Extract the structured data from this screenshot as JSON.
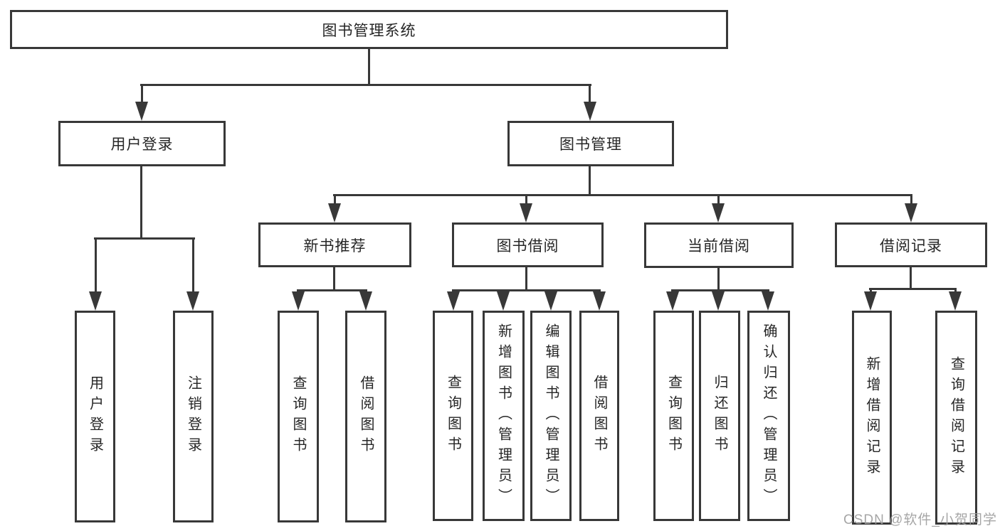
{
  "tree": {
    "root": {
      "label": "图书管理系统"
    },
    "branches": [
      {
        "label": "用户登录",
        "children": [
          {
            "label": "用户登录"
          },
          {
            "label": "注销登录"
          }
        ]
      },
      {
        "label": "图书管理",
        "children": [
          {
            "label": "新书推荐",
            "children": [
              {
                "label": "查询图书"
              },
              {
                "label": "借阅图书"
              }
            ]
          },
          {
            "label": "图书借阅",
            "children": [
              {
                "label": "查询图书"
              },
              {
                "label": "新增图书（管理员）"
              },
              {
                "label": "编辑图书（管理员）"
              },
              {
                "label": "借阅图书"
              }
            ]
          },
          {
            "label": "当前借阅",
            "children": [
              {
                "label": "查询图书"
              },
              {
                "label": "归还图书"
              },
              {
                "label": "确认归还（管理员）"
              }
            ]
          },
          {
            "label": "借阅记录",
            "children": [
              {
                "label": "新增借阅记录"
              },
              {
                "label": "查询借阅记录"
              }
            ]
          }
        ]
      }
    ]
  },
  "watermark": {
    "text": "CSDN @软件_小贺同学"
  },
  "colors": {
    "line": "#383838",
    "text": "#262626",
    "watermark": "#9e9e9e",
    "background": "#ffffff"
  }
}
